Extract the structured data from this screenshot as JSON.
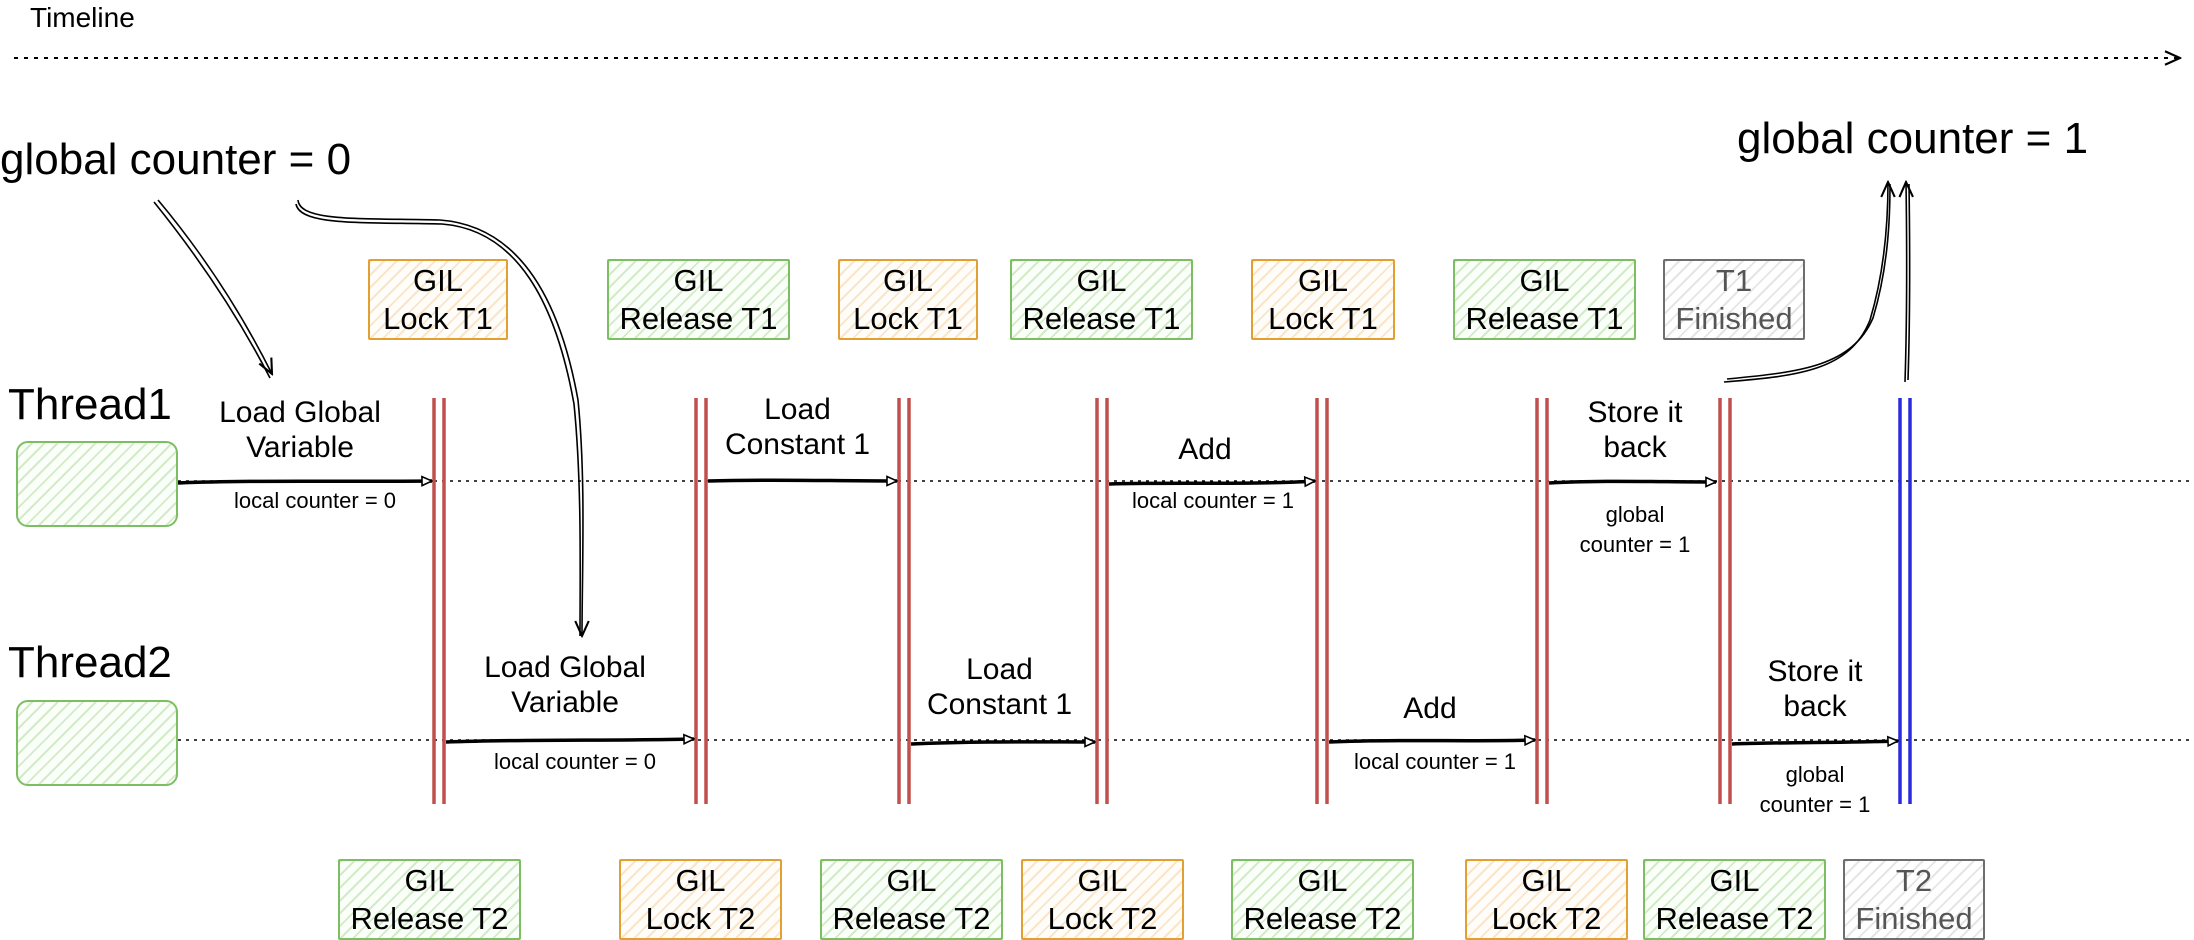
{
  "timeline_label": "Timeline",
  "global_counter_start": "global counter = 0",
  "global_counter_end": "global counter = 1",
  "threads": [
    {
      "label": "Thread1"
    },
    {
      "label": "Thread2"
    }
  ],
  "thread1_steps": [
    {
      "lines": [
        "Load Global",
        "Variable"
      ],
      "note": [
        "local counter = 0"
      ]
    },
    {
      "lines": [
        "Load",
        "Constant 1"
      ],
      "note": []
    },
    {
      "lines": [
        "Add"
      ],
      "note": [
        "local counter = 1"
      ]
    },
    {
      "lines": [
        "Store it",
        "back"
      ],
      "note": [
        "global",
        "counter = 1"
      ]
    }
  ],
  "thread2_steps": [
    {
      "lines": [
        "Load Global",
        "Variable"
      ],
      "note": [
        "local counter = 0"
      ]
    },
    {
      "lines": [
        "Load",
        "Constant 1"
      ],
      "note": []
    },
    {
      "lines": [
        "Add"
      ],
      "note": [
        "local counter = 1"
      ]
    },
    {
      "lines": [
        "Store it",
        "back"
      ],
      "note": [
        "global",
        "counter = 1"
      ]
    }
  ],
  "top_boxes": [
    {
      "kind": "lock",
      "lines": [
        "GIL",
        "Lock T1"
      ]
    },
    {
      "kind": "release",
      "lines": [
        "GIL",
        "Release T1"
      ]
    },
    {
      "kind": "lock",
      "lines": [
        "GIL",
        "Lock T1"
      ]
    },
    {
      "kind": "release",
      "lines": [
        "GIL",
        "Release T1"
      ]
    },
    {
      "kind": "lock",
      "lines": [
        "GIL",
        "Lock T1"
      ]
    },
    {
      "kind": "release",
      "lines": [
        "GIL",
        "Release T1"
      ]
    },
    {
      "kind": "finished",
      "lines": [
        "T1",
        "Finished"
      ]
    }
  ],
  "bottom_boxes": [
    {
      "kind": "release",
      "lines": [
        "GIL",
        "Release T2"
      ]
    },
    {
      "kind": "lock",
      "lines": [
        "GIL",
        "Lock T2"
      ]
    },
    {
      "kind": "release",
      "lines": [
        "GIL",
        "Release T2"
      ]
    },
    {
      "kind": "lock",
      "lines": [
        "GIL",
        "Lock T2"
      ]
    },
    {
      "kind": "release",
      "lines": [
        "GIL",
        "Release T2"
      ]
    },
    {
      "kind": "lock",
      "lines": [
        "GIL",
        "Lock T2"
      ]
    },
    {
      "kind": "release",
      "lines": [
        "GIL",
        "Release T2"
      ]
    },
    {
      "kind": "finished",
      "lines": [
        "T2",
        "Finished"
      ]
    }
  ],
  "colors": {
    "lock_border": "#e2a033",
    "release_border": "#7bbf62",
    "finished_border": "#6e6e6e",
    "switch_line": "#c0504d",
    "end_line": "#2a2ae0"
  }
}
